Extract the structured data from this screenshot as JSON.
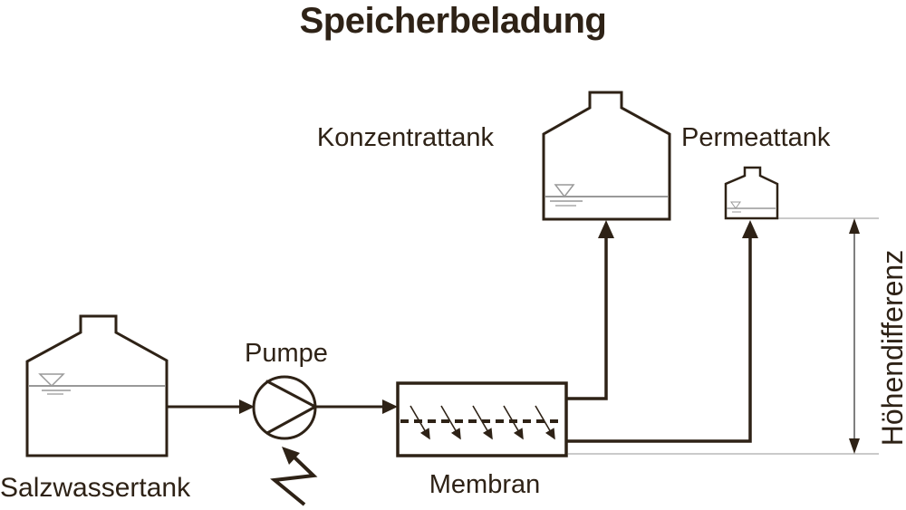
{
  "title": "Speicherbeladung",
  "colors": {
    "ink": "#2e2216",
    "water_line": "#999999",
    "reference_line": "#aaaaaa",
    "dimension_line": "#555555",
    "background": "#ffffff"
  },
  "diagram": {
    "labels": {
      "salzwassertank": "Salzwassertank",
      "pumpe": "Pumpe",
      "membran": "Membran",
      "konzentrattank": "Konzentrattank",
      "permeattank": "Permeattank",
      "hoehendifferenz": "Höhendifferenz"
    },
    "components": [
      {
        "name": "salzwassertank",
        "type": "tank",
        "note": "feed tank with water-level symbol"
      },
      {
        "name": "pumpe",
        "type": "pump",
        "note": "circle with flow triangle, electric flash arrow below"
      },
      {
        "name": "membran",
        "type": "membrane-module",
        "note": "box with dashed membrane line and 5 permeate arrows"
      },
      {
        "name": "konzentrattank",
        "type": "tank",
        "note": "concentrate tank, low water level"
      },
      {
        "name": "permeattank",
        "type": "tank",
        "note": "small permeate tank, low water level"
      },
      {
        "name": "hoehendifferenz",
        "type": "dimension",
        "note": "vertical double-headed measurement arrow between reference lines"
      }
    ]
  }
}
